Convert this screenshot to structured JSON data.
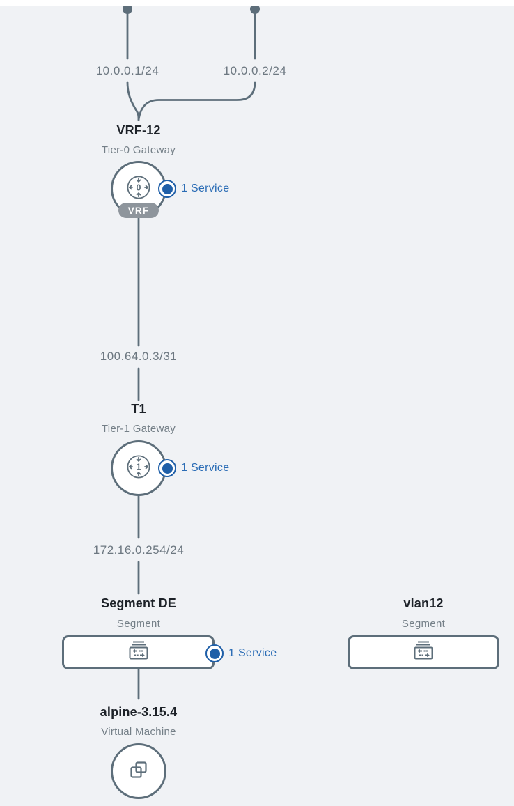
{
  "colors": {
    "background": "#f0f2f5",
    "top_strip": "#ffffff",
    "line": "#5d6e7a",
    "node_border": "#5d6e7a",
    "title_text": "#1d2228",
    "subtitle_text": "#747f87",
    "ip_text": "#6d7881",
    "service_text_blue": "#2a6cb5",
    "service_dot_blue": "#1f5fa8",
    "vrf_pill_bg": "#8e959c",
    "vrf_pill_text": "#ffffff"
  },
  "uplinks": [
    {
      "ip": "10.0.0.1/24",
      "icon": "uplink-endpoint-dot"
    },
    {
      "ip": "10.0.0.2/24",
      "icon": "uplink-endpoint-dot"
    }
  ],
  "nodes": {
    "tier0": {
      "title": "VRF-12",
      "subtitle": "Tier-0 Gateway",
      "badge": "VRF",
      "icon": "tier0-gateway-icon",
      "icon_glyph": "0",
      "service_label": "1 Service"
    },
    "tier1": {
      "title": "T1",
      "subtitle": "Tier-1 Gateway",
      "icon": "tier1-gateway-icon",
      "icon_glyph": "1",
      "service_label": "1 Service"
    },
    "segment_de": {
      "title": "Segment DE",
      "subtitle": "Segment",
      "icon": "segment-icon",
      "service_label": "1 Service"
    },
    "vlan12": {
      "title": "vlan12",
      "subtitle": "Segment",
      "icon": "segment-icon"
    },
    "vm": {
      "title": "alpine-3.15.4",
      "subtitle": "Virtual Machine",
      "icon": "virtual-machine-icon"
    }
  },
  "links": {
    "t0_t1": {
      "label": "100.64.0.3/31"
    },
    "t1_segment": {
      "label": "172.16.0.254/24"
    }
  }
}
